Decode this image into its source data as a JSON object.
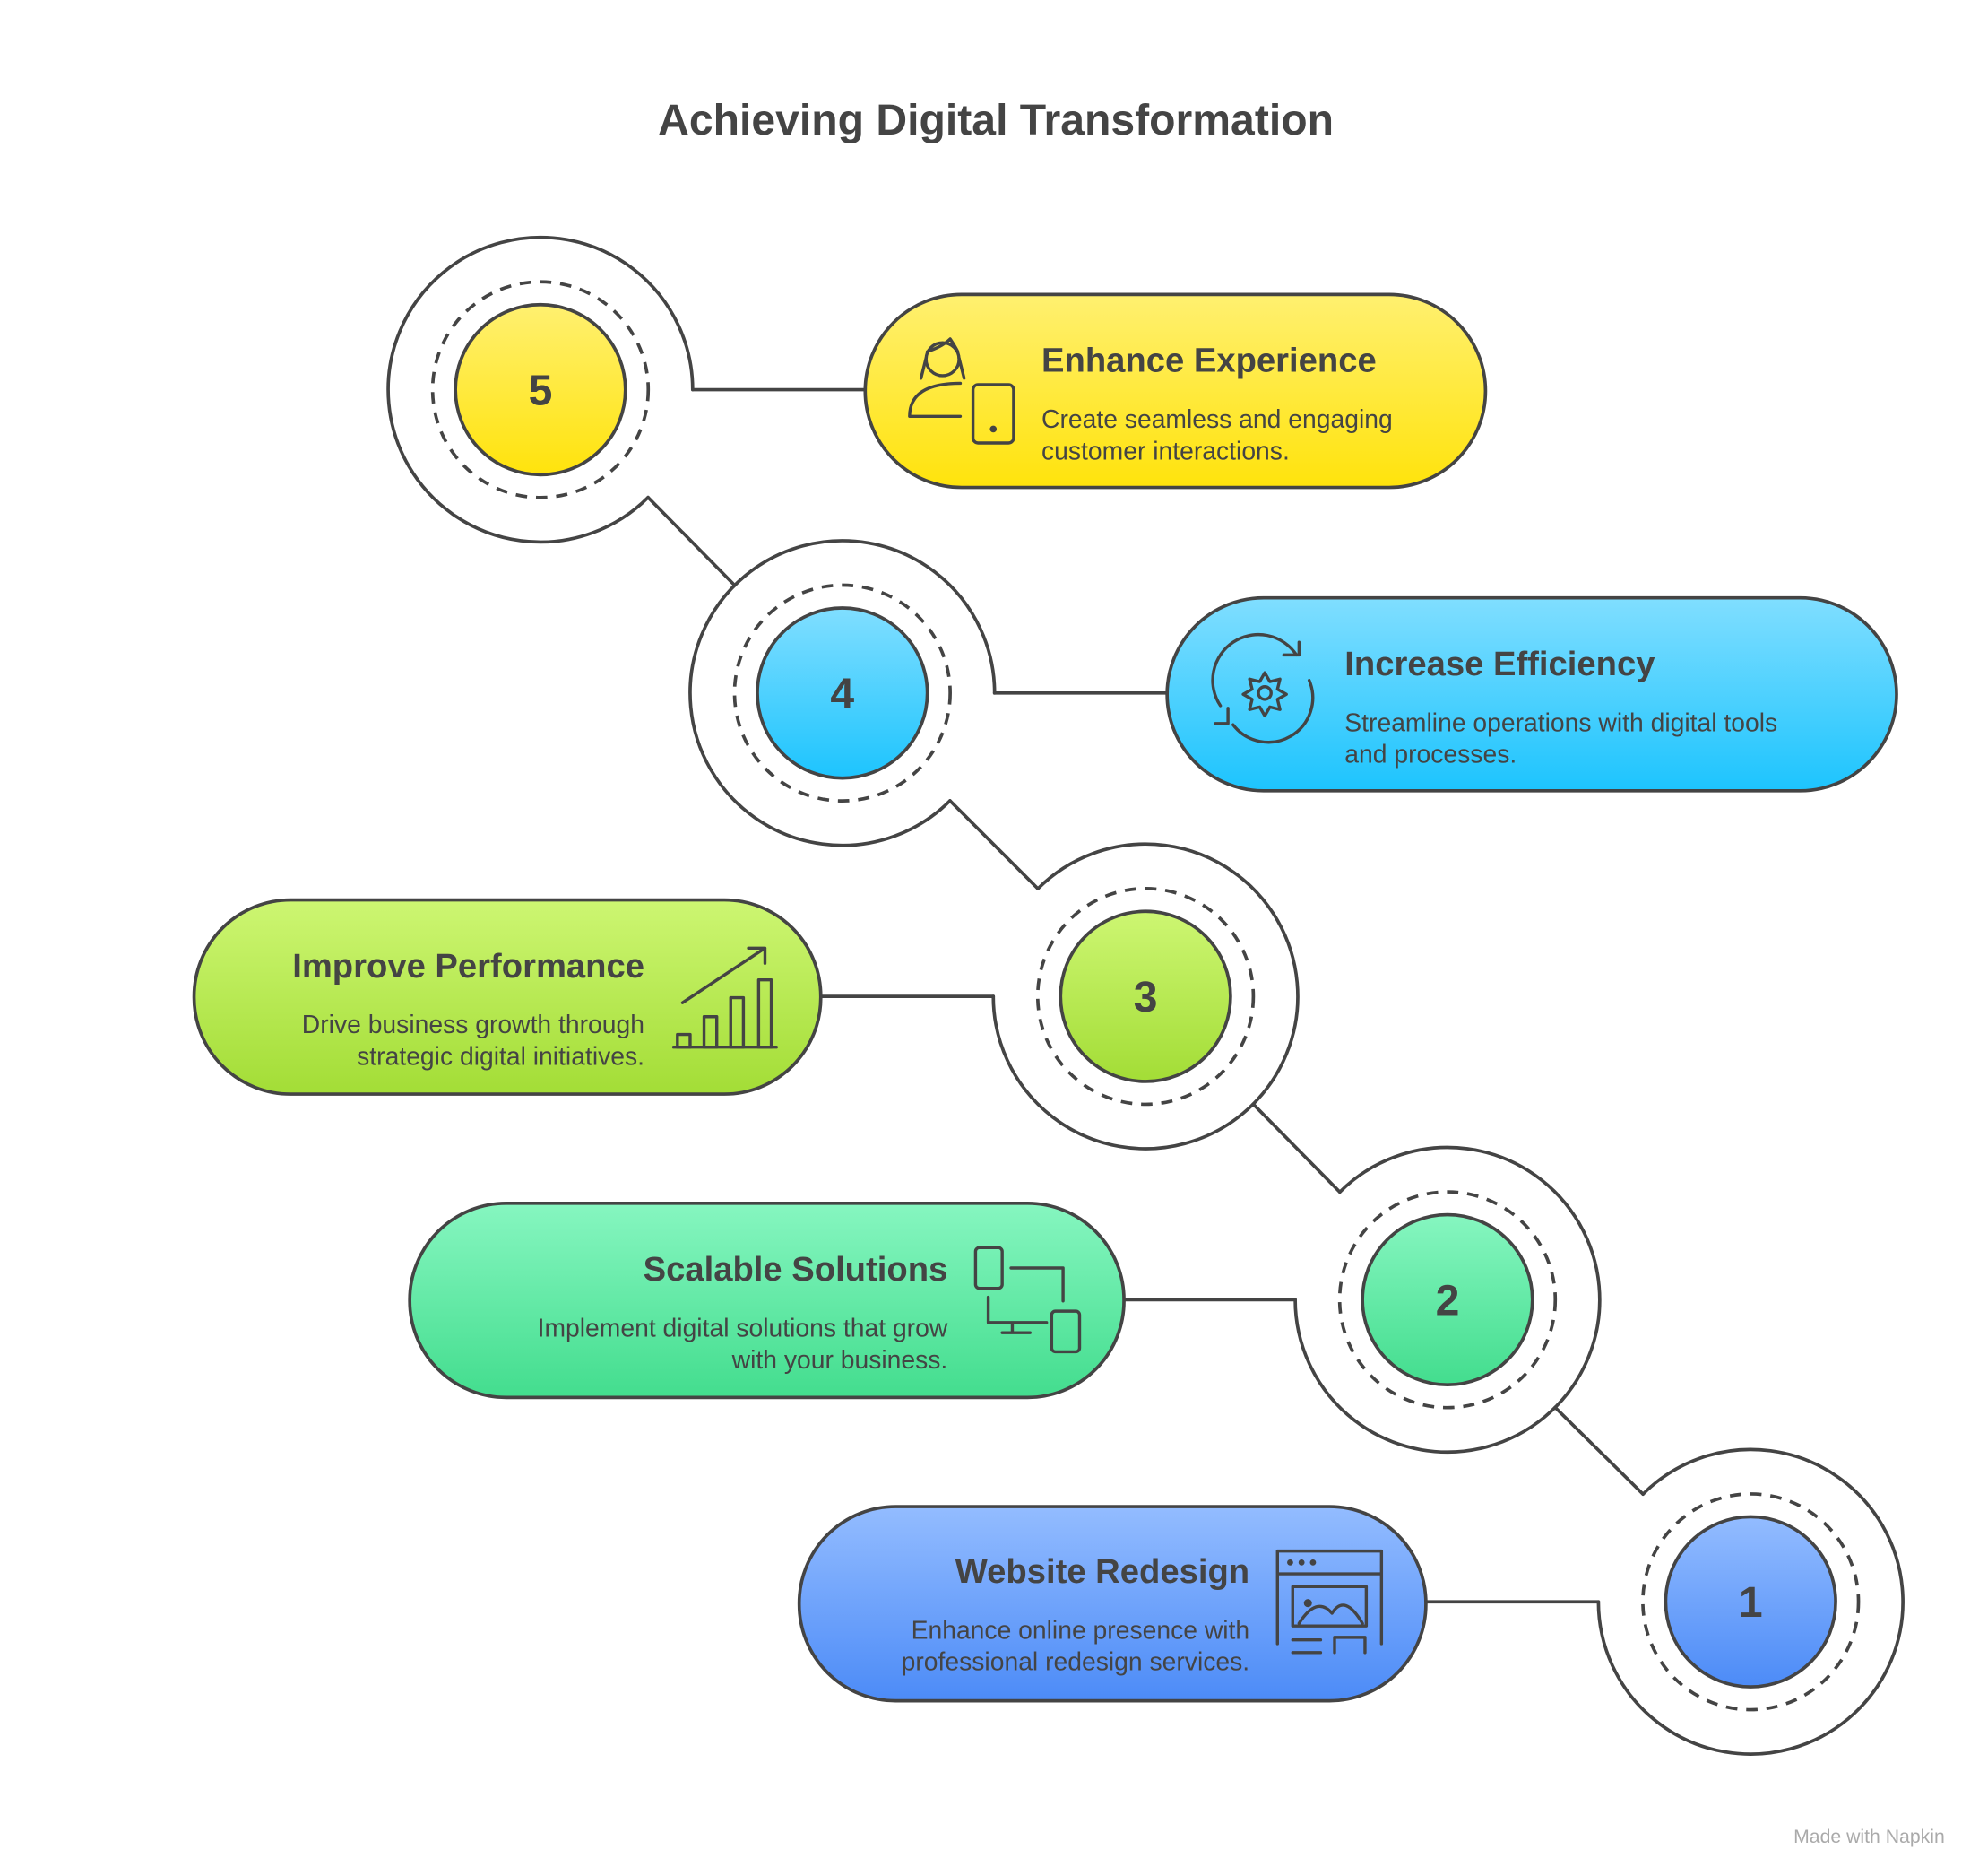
{
  "title": "Achieving Digital Transformation",
  "steps": [
    {
      "number": "1",
      "title": "Website Redesign",
      "desc": [
        "Enhance online presence with",
        "professional redesign services."
      ],
      "icon": "website-layout-icon",
      "colors": [
        "#93BCFF",
        "#4C8BF7"
      ]
    },
    {
      "number": "2",
      "title": "Scalable Solutions",
      "desc": [
        "Implement digital solutions that grow",
        "with your business."
      ],
      "icon": "multi-device-icon",
      "colors": [
        "#86F6C0",
        "#43DD8E"
      ]
    },
    {
      "number": "3",
      "title": "Improve Performance",
      "desc": [
        "Drive business growth through",
        "strategic digital initiatives."
      ],
      "icon": "growth-chart-icon",
      "colors": [
        "#CDF672",
        "#A3DD36"
      ]
    },
    {
      "number": "4",
      "title": "Increase Efficiency",
      "desc": [
        "Streamline operations with digital tools",
        "and processes."
      ],
      "icon": "gear-cycle-icon",
      "colors": [
        "#80DEFF",
        "#1DC4FE"
      ]
    },
    {
      "number": "5",
      "title": "Enhance Experience",
      "desc": [
        "Create seamless and engaging",
        "customer interactions."
      ],
      "icon": "customer-device-icon",
      "colors": [
        "#FFF070",
        "#FFE30C"
      ]
    }
  ],
  "watermark": "Made with Napkin"
}
